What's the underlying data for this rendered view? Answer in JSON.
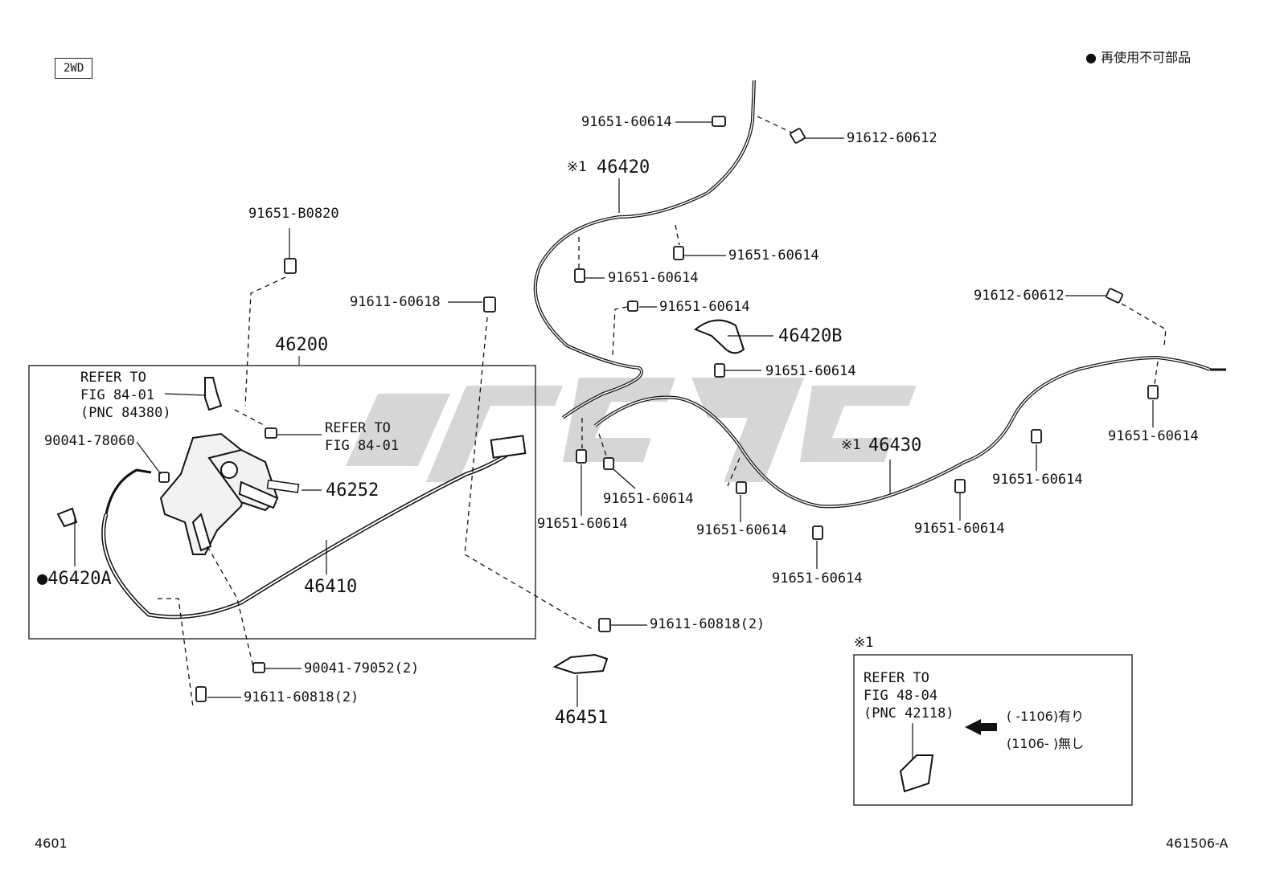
{
  "header": {
    "variant_tag": "2WD",
    "legend_text": "再使用不可部品"
  },
  "footer": {
    "page_code": "4601",
    "figure_code": "461506-A"
  },
  "inset": {
    "mark": "※1",
    "refer_lines": "REFER TO\nFIG 48-04\n(PNC 42118)",
    "condition_1": "(     -1106)有り",
    "condition_2": "(1106-     )無し"
  },
  "refs": {
    "refer_84380": "REFER TO\nFIG 84-01\n(PNC 84380)",
    "refer_8401": "REFER TO\nFIG 84-01"
  },
  "parts": {
    "p46200": "46200",
    "p46410": "46410",
    "p46252": "46252",
    "p46420": "46420",
    "p46420_mark": "※1",
    "p46420A": "●46420A",
    "p46420B": "46420B",
    "p46430": "46430",
    "p46430_mark": "※1",
    "p46451": "46451",
    "b91651_B0820": "91651-B0820",
    "b91611_60618": "91611-60618",
    "b90041_78060": "90041-78060",
    "b90041_79052": "90041-79052(2)",
    "b91611_60818_left": "91611-60818(2)",
    "b91611_60818_right": "91611-60818(2)",
    "b91651_60614_top": "91651-60614",
    "b91612_60612_top": "91612-60612",
    "b91651_60614_a": "91651-60614",
    "b91651_60614_b": "91651-60614",
    "b91651_60614_c": "91651-60614",
    "b91651_60614_d": "91651-60614",
    "b91651_60614_e": "91651-60614",
    "b91651_60614_f": "91651-60614",
    "b91651_60614_g": "91651-60614",
    "b91651_60614_h": "91651-60614",
    "b91651_60614_i": "91651-60614",
    "b91651_60614_j": "91651-60614",
    "b91651_60614_k": "91651-60614",
    "b91612_60612_right": "91612-60612"
  }
}
